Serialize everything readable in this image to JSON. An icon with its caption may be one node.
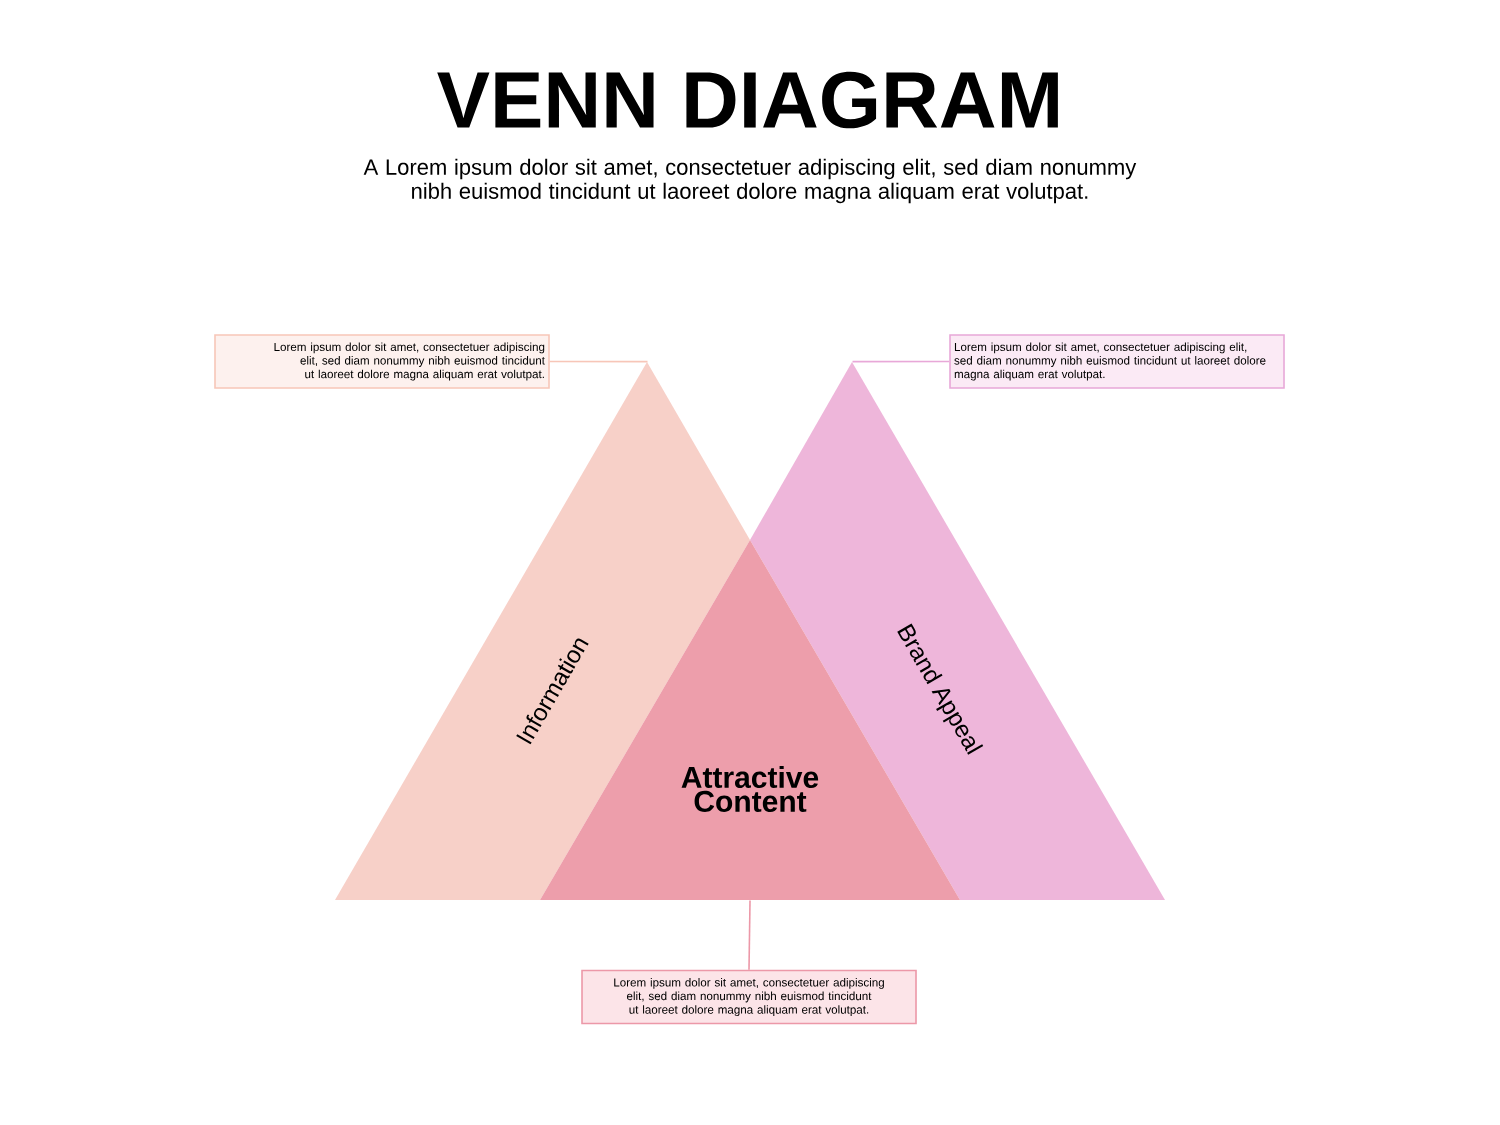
{
  "diagram": {
    "title": "VENN DIAGRAM",
    "nodes": [
      {
        "text": [
          "Lorem ipsum dolor sit amet, consectetuer adipiscing elit, sed diam nonummy nibh euismod tincidunt ut laoreet dolore magna aliquam erat volutpat."
        ]
      },
      {
        "text": [
          "Lorem ipsum dolor sit amet, consectetuer adipiscing elit, sed diam nonummy nibh euismod tincidunt ut laoreet dolore magna aliquam erat volutpat."
        ]
      },
      {
        "text": [
          "Information"
        ]
      },
      {
        "text": [
          "Brand Appeal"
        ]
      },
      {
        "text": [
          "Attractive Content"
        ]
      },
      {
        "text": [
          "Lorem ipsum dolor sit amet, consectetuer adipiscing elit, sed diam nonummy nibh euismod tincidunt ut laoreet dolore magna aliquam erat volutpat."
        ]
      }
    ],
    "edges": [
      {
        "from": 0,
        "to": 2,
        "arrow": "none",
        "color": "#f7c6b8"
      },
      {
        "from": 1,
        "to": 3,
        "arrow": "none",
        "color": "#e8a8d8"
      },
      {
        "from": 5,
        "to": 4,
        "arrow": "none",
        "color": "#ec98a8"
      }
    ],
    "labels": [
      "A Lorem ipsum dolor sit amet, consectetuer adipiscing elit, sed diam nonummy nibh euismod tincidunt ut laoreet dolore magna aliquam erat volutpat."
    ]
  }
}
